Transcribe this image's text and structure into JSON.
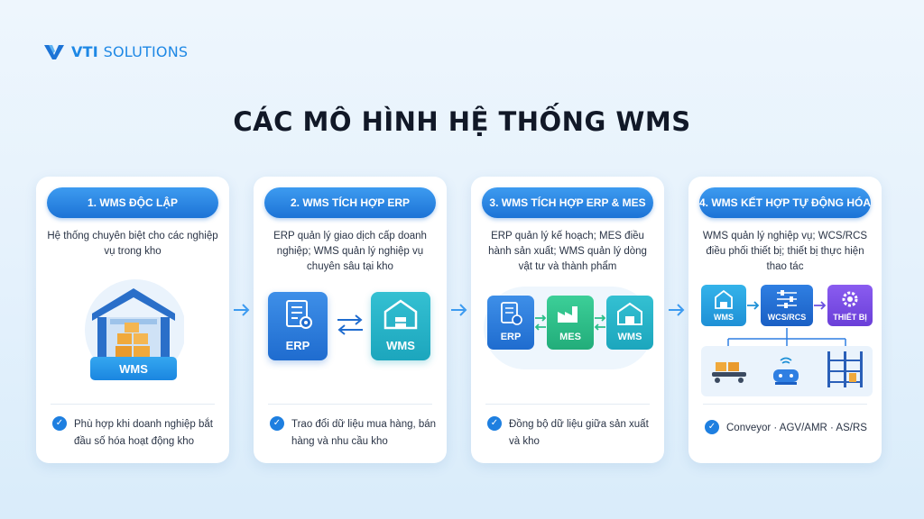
{
  "brand": {
    "name_bold": "VTI",
    "name_rest": "SOLUTIONS"
  },
  "title": "CÁC MÔ HÌNH HỆ THỐNG WMS",
  "cards": [
    {
      "heading": "1. WMS ĐỘC LẬP",
      "description": "Hệ thống chuyên biệt cho các nghiệp vụ trong kho",
      "diagram": {
        "banner": "WMS"
      },
      "benefit": "Phù hợp khi doanh nghiệp bắt đầu số hóa hoạt động kho"
    },
    {
      "heading": "2. WMS TÍCH HỢP ERP",
      "description": "ERP quản lý giao dịch cấp doanh nghiệp; WMS quản lý nghiệp vụ chuyên sâu tại kho",
      "diagram": {
        "left": "ERP",
        "right": "WMS"
      },
      "benefit": "Trao đổi dữ liệu mua hàng, bán hàng và nhu cầu kho"
    },
    {
      "heading": "3. WMS TÍCH HỢP ERP & MES",
      "description": "ERP quản lý kế hoạch; MES điều hành sản xuất; WMS quản lý dòng vật tư và thành phẩm",
      "diagram": {
        "left": "ERP",
        "middle": "MES",
        "right": "WMS"
      },
      "benefit": "Đồng bộ dữ liệu giữa sản xuất và kho"
    },
    {
      "heading": "4. WMS KẾT HỢP TỰ ĐỘNG HÓA",
      "description": "WMS quản lý nghiệp vụ; WCS/RCS điều phối thiết bị; thiết bị thực hiện thao tác",
      "diagram": {
        "left": "WMS",
        "middle": "WCS/RCS",
        "right": "THIẾT BỊ"
      },
      "benefit": "Conveyor · AGV/AMR · AS/RS"
    }
  ],
  "colors": {
    "primary_blue": "#1c73d6",
    "teal": "#22b8c9",
    "green": "#2bbf8a",
    "purple": "#7b4fe0"
  },
  "icons": [
    "check-circle-icon",
    "arrow-right-icon",
    "warehouse-icon",
    "document-gear-icon",
    "factory-icon",
    "sliders-icon",
    "gear-icon",
    "conveyor-icon",
    "robot-icon",
    "rack-icon"
  ]
}
